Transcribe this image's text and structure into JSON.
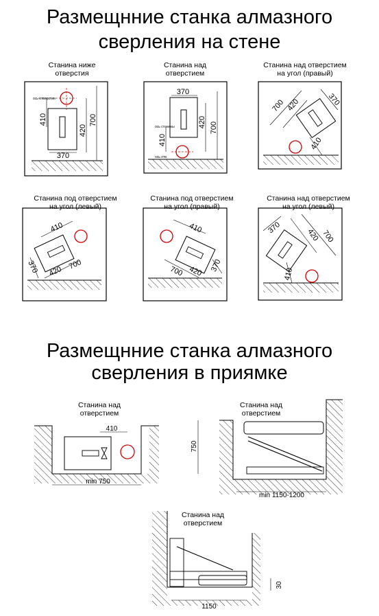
{
  "section1": {
    "title_line1": "Размещнние станка алмазного",
    "title_line2": "сверления на стене",
    "panels": [
      {
        "caption1": "Станина ниже",
        "caption2": "отверстия",
        "dims": [
          "410",
          "420",
          "700",
          "370"
        ],
        "note": "ось отверстия"
      },
      {
        "caption1": "Станина над",
        "caption2": "отверстием",
        "dims": [
          "370",
          "420",
          "700",
          "410"
        ],
        "note": "ось станины"
      },
      {
        "caption1": "Станина над отверстием",
        "caption2": "на угол (правый)",
        "dims": [
          "700",
          "420",
          "370",
          "410"
        ]
      },
      {
        "caption1": "Станина под отверстием",
        "caption2": "на угол (левый)",
        "dims": [
          "410",
          "370",
          "420",
          "700"
        ]
      },
      {
        "caption1": "Станина под отверстием",
        "caption2": "на угол (правый)",
        "dims": [
          "410",
          "700",
          "420",
          "370"
        ]
      },
      {
        "caption1": "Станина над отверстием",
        "caption2": "на угол (левый)",
        "dims": [
          "370",
          "420",
          "700",
          "410"
        ]
      }
    ]
  },
  "section2": {
    "title_line1": "Размещнние станка алмазного",
    "title_line2": "сверления в приямке",
    "panels": [
      {
        "caption1": "Станина над",
        "caption2": "отверстием",
        "dims": [
          "410",
          "min 750"
        ]
      },
      {
        "caption1": "Станина над",
        "caption2": "отверстием",
        "dims": [
          "750",
          "min 1150-1200"
        ]
      },
      {
        "caption1": "Станина над",
        "caption2": "отверстием",
        "dims": [
          "30",
          "1150"
        ]
      }
    ]
  }
}
